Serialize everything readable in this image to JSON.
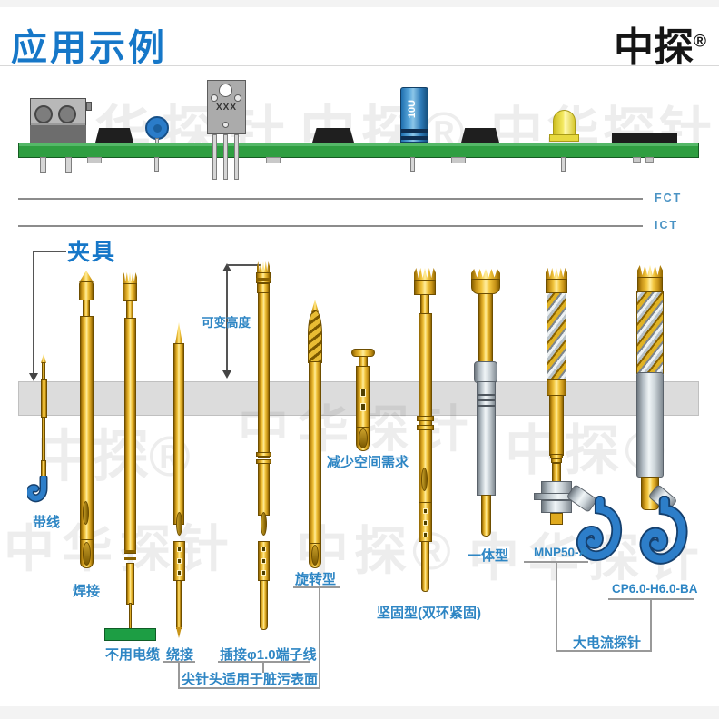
{
  "header": {
    "title": "应用示例",
    "brand": "中探",
    "brand_reg": "®"
  },
  "board": {
    "transistor_text": "XXX",
    "cap_text": "10U"
  },
  "levels": {
    "fct": "FCT",
    "ict": "ICT"
  },
  "fixture": {
    "label": "夹具"
  },
  "annotations": {
    "daixian": "带线",
    "hanjie": "焊接",
    "buyongdianlan": "不用电缆",
    "raojie": "绕接",
    "chajie": "插接φ1.0端子线",
    "jianzhentou": "尖针头适用于脏污表面",
    "xuanzhuanxing": "旋转型",
    "kebiangaodu": "可变高度",
    "jianshao": "减少空间需求",
    "jianguxing": "坚固型(双环紧固)",
    "yitixing": "一体型",
    "mnp50a": "MNP50-A",
    "cp60": "CP6.0-H6.0-BA",
    "dadianliu": "大电流探针"
  },
  "watermarks": [
    "中华探针",
    "中探®",
    "中华探针",
    "中探®",
    "中华探针",
    "中探®",
    "中华探针",
    "中探®",
    "中华探针"
  ],
  "colors": {
    "accent_blue": "#1677c8",
    "label_blue": "#2e86c4",
    "pcb_green": "#2f9e41",
    "probe_gold": "#e8bc34",
    "fixture_gray": "#dcdcdc",
    "hook_blue": "#2d7ec9"
  }
}
